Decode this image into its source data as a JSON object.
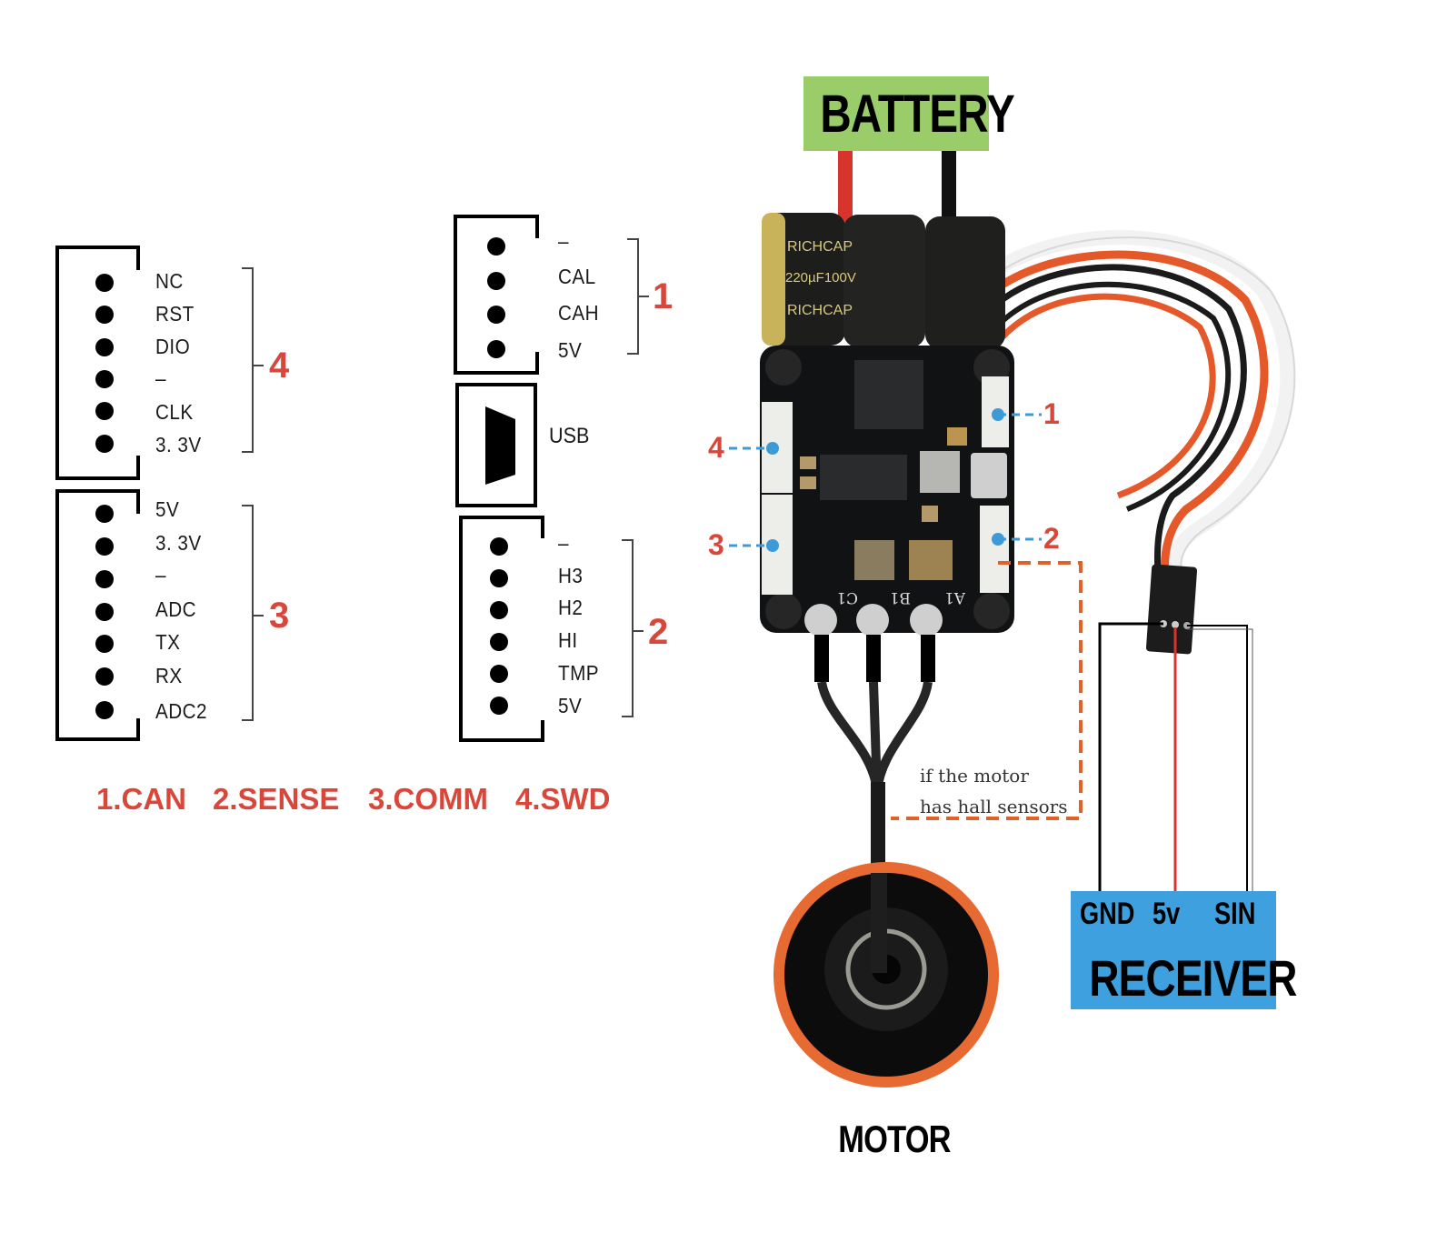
{
  "diagram": {
    "title": "ESC wiring and connector pinout",
    "connectors": {
      "swd": {
        "group_number": "4",
        "pins": [
          "NC",
          "RST",
          "DIO",
          "–",
          "CLK",
          "3. 3V"
        ]
      },
      "comm": {
        "group_number": "3",
        "pins": [
          "5V",
          "3. 3V",
          "–",
          "ADC",
          "TX",
          "RX",
          "ADC2"
        ]
      },
      "can": {
        "group_number": "1",
        "pins": [
          "–",
          "CAL",
          "CAH",
          "5V"
        ]
      },
      "usb": {
        "label": "USB"
      },
      "sense": {
        "group_number": "2",
        "pins": [
          "–",
          "H3",
          "H2",
          "HI",
          "TMP",
          "5V"
        ]
      }
    },
    "legend": [
      {
        "label": "1.CAN"
      },
      {
        "label": "2.SENSE"
      },
      {
        "label": "3.COMM"
      },
      {
        "label": "4.SWD"
      }
    ],
    "board_callouts": [
      {
        "number": "1",
        "side": "right"
      },
      {
        "number": "2",
        "side": "right"
      },
      {
        "number": "3",
        "side": "left"
      },
      {
        "number": "4",
        "side": "left"
      }
    ],
    "board_markings": {
      "phase_labels": [
        "C1",
        "B1",
        "A1"
      ],
      "capacitor_text": [
        "RICHCAP",
        "220µF100V",
        "RICHCAP"
      ]
    },
    "battery": {
      "label": "BATTERY",
      "color": "#9bcc6a"
    },
    "receiver": {
      "label": "RECEIVER",
      "color": "#3fa0e0",
      "pins": [
        "GND",
        "5v",
        "SIN"
      ]
    },
    "motor": {
      "label": "MOTOR"
    },
    "hall_note": {
      "line1": "if the motor",
      "line2": "has hall sensors"
    },
    "colors": {
      "accent_red": "#d9473b",
      "callout_blue": "#3d9ad6",
      "dashed_orange": "#e0622a",
      "wire_red": "#d7352b",
      "wire_black": "#111111"
    }
  }
}
